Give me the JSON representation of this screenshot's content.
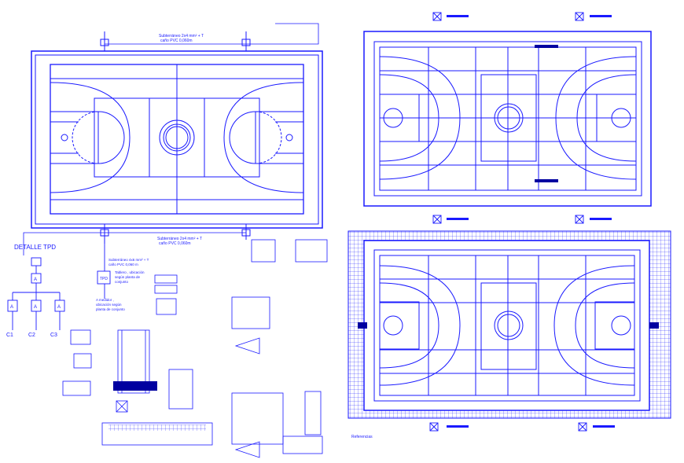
{
  "colors": {
    "ink": "#1a1aff",
    "bg": "#ffffff",
    "dark": "#0000a0"
  },
  "labels": {
    "top_cable": "Subterráneo 2x4 mm² + T",
    "top_pipe": "caño PVC 0,060m",
    "bottom_cable": "Subterráneo 2x4 mm² + T",
    "bottom_pipe": "caño PVC 0,060m",
    "panel_title": "DETALLE  TPD",
    "sub_cable": "Subterráneo 4x6 mm² + T",
    "sub_pipe": "caño PVC 0,060 m",
    "tablero_1": "Tablero , ubicación",
    "tablero_2": "según planta de",
    "tablero_3": "conjunto",
    "medidor_1": "A medidor ,",
    "medidor_2": "ubicación según",
    "medidor_3": "planta de conjunto",
    "tpd_box": "TPD",
    "breaker": "A",
    "c1": "C1",
    "c2": "C2",
    "c3": "C3",
    "ref": "Referencias"
  }
}
